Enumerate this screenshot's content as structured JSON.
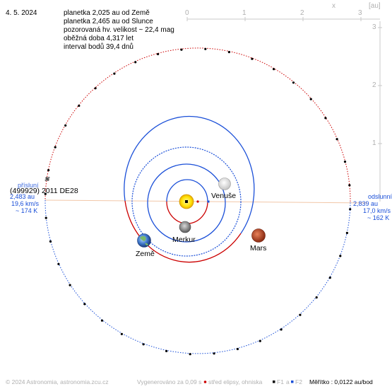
{
  "header": {
    "date": "4. 5. 2024",
    "info_lines": [
      "planetka 2,025 au od Země",
      "planetka 2,465 au od Slunce",
      "pozorovaná hv. velikost ~ 22,4 mag",
      "oběžná doba 4,317 let",
      "interval bodů 39,4 dnů"
    ]
  },
  "axis": {
    "x_label": "x",
    "unit_label": "[au]",
    "x_ticks": [
      "0",
      "1",
      "2",
      "3"
    ],
    "y_ticks": [
      "3",
      "2",
      "1"
    ]
  },
  "asteroid": {
    "name": "(499929) 2011 DE28",
    "perihelion_label": "přísluní",
    "perihelion_distance": "2,483 au",
    "perihelion_speed": "19,6 km/s",
    "perihelion_temp": "~ 174 K",
    "aphelion_label": "odslunní",
    "aphelion_distance": "2,839 au",
    "aphelion_speed": "17,0 km/s",
    "aphelion_temp": "~ 162 K"
  },
  "planets": {
    "venus": "Venuše",
    "earth": "Země",
    "mercury": "Merkur",
    "mars": "Mars"
  },
  "footer": {
    "copyright": "© 2024 Astronomia, astronomia.zcu.cz",
    "generated": "Vygenerováno za 0,09 s",
    "legend_center": "střed elipsy, ohniska",
    "legend_f1": "F1",
    "legend_a": "a",
    "legend_f2": "F2",
    "scale": "Měřítko : 0,0122 au/bod"
  },
  "colors": {
    "asteroid_orbit_near": "#cc0000",
    "asteroid_orbit_far": "#1a4fd8",
    "planet_orbit_above": "#1a4fd8",
    "planet_orbit_below": "#cc0000",
    "apsis_line": "#f2c7a8",
    "sun": "#ffe000"
  }
}
